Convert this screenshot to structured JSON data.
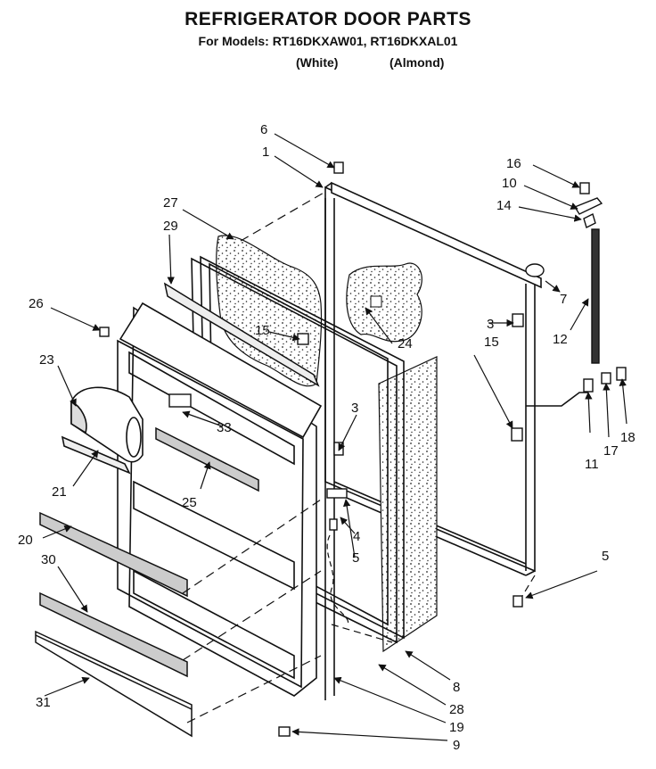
{
  "header": {
    "title": "REFRIGERATOR DOOR PARTS",
    "models_line": "For Models: RT16DKXAW01, RT16DKXAL01",
    "color_white": "(White)",
    "color_almond": "(Almond)"
  },
  "callouts": [
    "1",
    "3",
    "3",
    "4",
    "5",
    "5",
    "6",
    "7",
    "8",
    "9",
    "10",
    "11",
    "12",
    "14",
    "15",
    "15",
    "16",
    "17",
    "18",
    "19",
    "20",
    "21",
    "23",
    "24",
    "25",
    "26",
    "27",
    "28",
    "29",
    "30",
    "31",
    "33"
  ]
}
